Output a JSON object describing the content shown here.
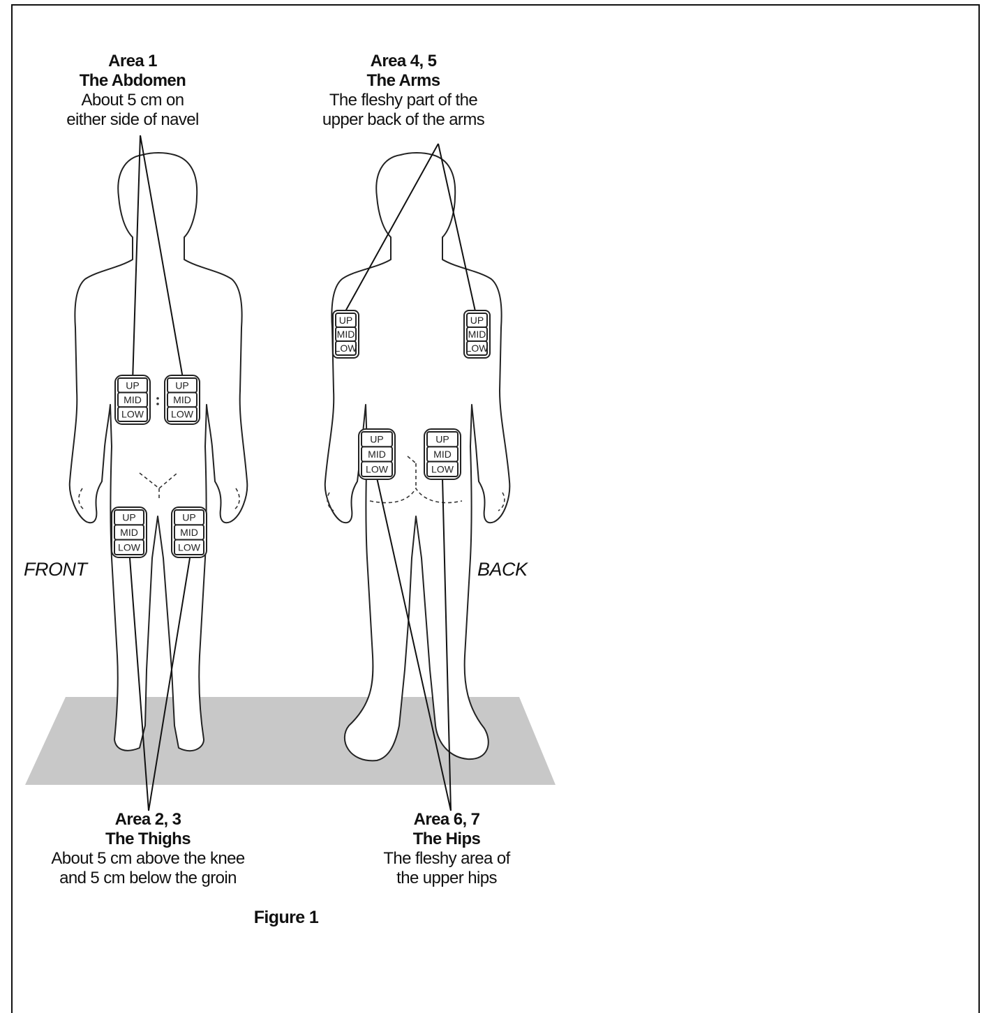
{
  "areas": {
    "abdomen": {
      "title1": "Area 1",
      "title2": "The Abdomen",
      "desc1": "About 5 cm on",
      "desc2": "either side of navel"
    },
    "arms": {
      "title1": "Area 4, 5",
      "title2": "The Arms",
      "desc1": "The fleshy part of the",
      "desc2": "upper back of the arms"
    },
    "thighs": {
      "title1": "Area 2, 3",
      "title2": "The Thighs",
      "desc1": "About 5 cm above the knee",
      "desc2": "and 5 cm below the groin"
    },
    "hips": {
      "title1": "Area 6, 7",
      "title2": "The Hips",
      "desc1": "The fleshy area of",
      "desc2": "the upper hips"
    }
  },
  "views": {
    "front": "FRONT",
    "back": "BACK"
  },
  "zones": [
    "UP",
    "MID",
    "LOW"
  ],
  "caption": "Figure 1",
  "colors": {
    "floor": "#c8c8c8",
    "line": "#111111"
  }
}
